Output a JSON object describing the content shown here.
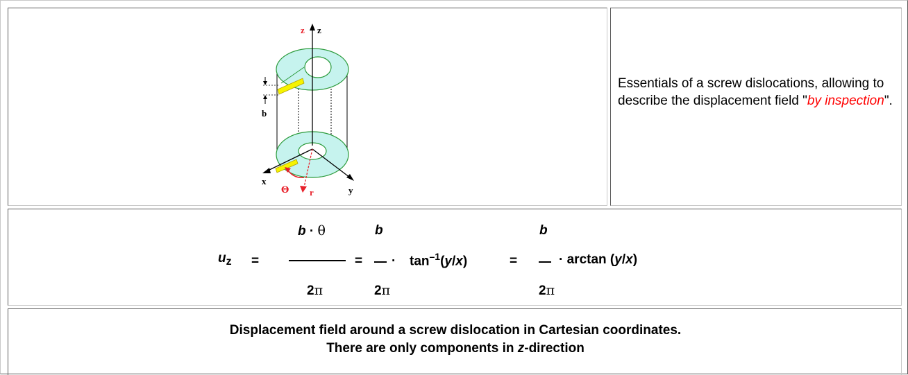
{
  "figure": {
    "labels": {
      "z_red": "z",
      "z_black": "z",
      "x": "x",
      "y": "y",
      "b": "b",
      "theta": "Θ",
      "r": "r"
    },
    "colors": {
      "ring_fill": "#c6f3ee",
      "ring_stroke": "#2a9a3a",
      "burgers_vector": "#f6f300",
      "polar_red": "#e8202a"
    }
  },
  "description": {
    "text_before": "Essentials of a screw dislocations, allowing to describe the displacement field \"",
    "emphasis": "by inspection",
    "text_after": "\"."
  },
  "formula": {
    "lhs_var": "u",
    "lhs_sub": "z",
    "eq1": "=",
    "frac1_num_b": "b",
    "frac1_num_dot": "·",
    "frac1_num_theta": "θ",
    "frac1_den": "2",
    "pi": "π",
    "eq2": "=",
    "frac2_num": "b",
    "frac2_den": "2",
    "dot2": "·",
    "tan_text": "tan",
    "tan_sup": "–1",
    "paren_open": "(",
    "y": "y",
    "slash": "/",
    "x": "x",
    "paren_close": ")",
    "eq3": "=",
    "frac3_num": "b",
    "frac3_den": "2",
    "dot3": "·",
    "arctan_text": "arctan (",
    "arc_y": "y",
    "arc_slash": "/",
    "arc_x": "x",
    "arc_close": ")"
  },
  "caption": {
    "line1": "Displacement field around a screw dislocation in Cartesian coordinates.",
    "line2_before": "There are only components in ",
    "line2_var": "z",
    "line2_after": "-direction"
  }
}
